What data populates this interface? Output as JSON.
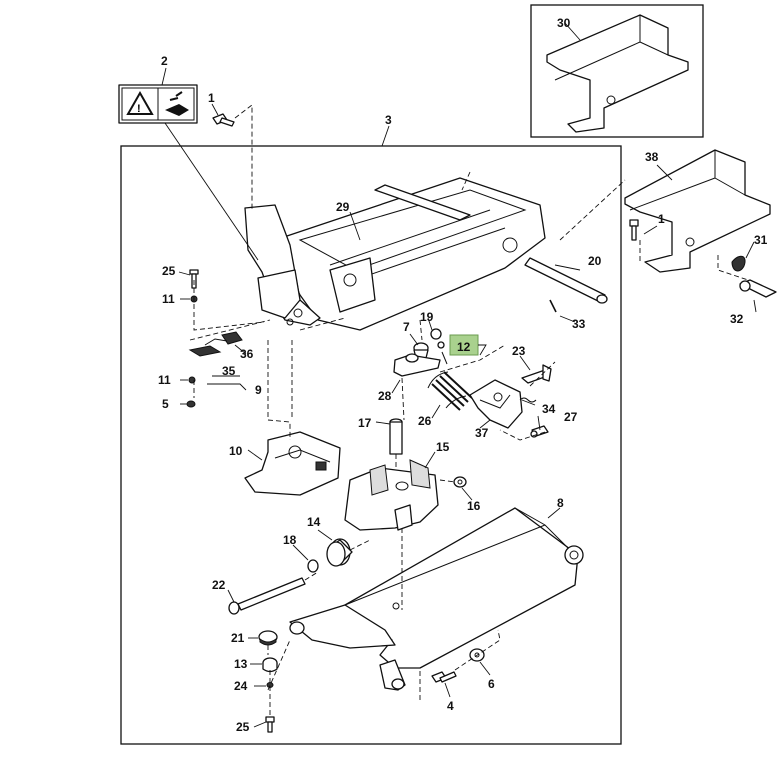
{
  "callouts": {
    "c1": "1",
    "c1b": "1",
    "c2": "2",
    "c3": "3",
    "c4": "4",
    "c5": "5",
    "c6": "6",
    "c7": "7",
    "c8": "8",
    "c9": "9",
    "c10": "10",
    "c11a": "11",
    "c11b": "11",
    "c12": "12",
    "c13": "13",
    "c14": "14",
    "c15": "15",
    "c16": "16",
    "c17": "17",
    "c18": "18",
    "c19": "19",
    "c20": "20",
    "c21": "21",
    "c22": "22",
    "c23": "23",
    "c24": "24",
    "c25a": "25",
    "c25b": "25",
    "c26": "26",
    "c27": "27",
    "c28": "28",
    "c29": "29",
    "c30": "30",
    "c31": "31",
    "c32": "32",
    "c33": "33",
    "c34": "34",
    "c35": "35",
    "c36": "36",
    "c37": "37",
    "c38": "38"
  },
  "colors": {
    "highlight": "#a9d18e",
    "line": "#111111",
    "background": "#ffffff"
  },
  "icons": [
    "warning-triangle-icon",
    "hand-crush-icon"
  ]
}
